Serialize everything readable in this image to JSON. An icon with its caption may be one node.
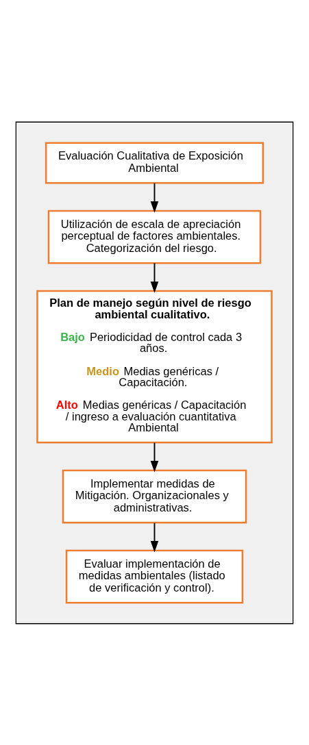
{
  "diagram": {
    "nodes": [
      {
        "text": [],
        "shape": "box"
      },
      {
        "text": [
          "Evaluación Cualitativa de Exposición Ambiental"
        ],
        "in": 0
      },
      {
        "text": [
          "Utilización de escala de apreciación perceptual de factores ambientales. Categorización del riesgo."
        ],
        "in": 0
      },
      {
        "text": [
          "Plan de manejo según nivel de riesgo ambiental cualitativo.",
          "**Bajo** Periodicidad de control cada 3 años.",
          "**Medio** Medias genéricas / Capacitación.",
          "**Alto** Medias genéricas / Capacitación / ingreso a evaluación cuantitativa Ambiental"
        ],
        "in": 0
      },
      {
        "text": [
          "Implementar medidas de Mitigación. Organizacionales y administrativas."
        ],
        "in": 0
      },
      {
        "text": [
          "Evaluar implementación de medidas ambientales (listado de verificación y control)."
        ],
        "in": 0
      }
    ],
    "edges": [
      {
        "from": 1,
        "to": 2,
        "arrow": "to"
      },
      {
        "from": 2,
        "to": 3,
        "arrow": "to"
      },
      {
        "from": 3,
        "to": 4,
        "arrow": "to"
      },
      {
        "from": 4,
        "to": 5,
        "arrow": "to"
      }
    ]
  }
}
